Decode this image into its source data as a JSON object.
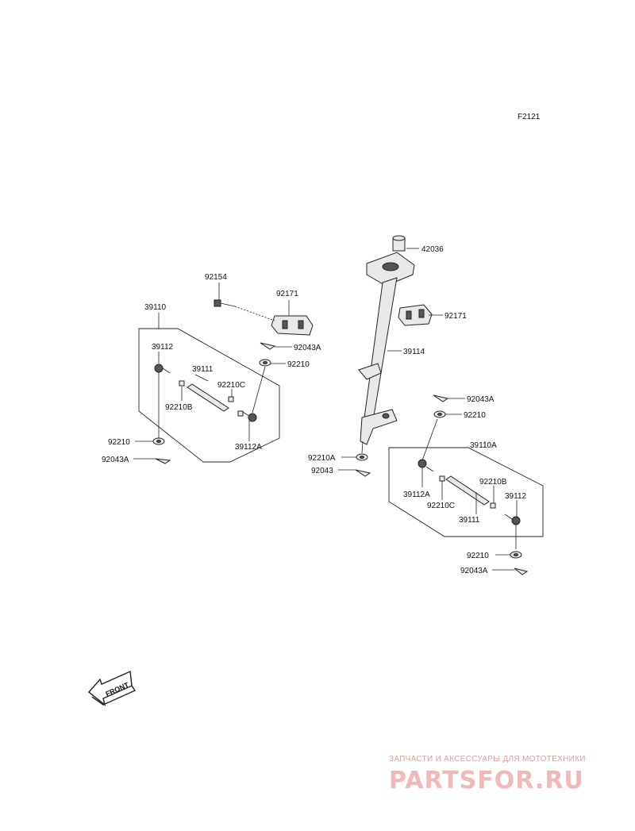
{
  "diagram_code": "F2121",
  "labels": {
    "p42036": "42036",
    "p92171_a": "92171",
    "p92171_b": "92171",
    "p92154": "92154",
    "p39110": "39110",
    "p92043a_a": "92043A",
    "p39114": "39114",
    "p39112_a": "39112",
    "p92210_a": "92210",
    "p39111_a": "39111",
    "p92210c_a": "92210C",
    "p92210b_a": "92210B",
    "p92043a_b": "92043A",
    "p92210_b": "92210",
    "p92210_c": "92210",
    "p39112a_a": "39112A",
    "p92043a_c": "92043A",
    "p39110a": "39110A",
    "p92210a": "92210A",
    "p92043": "92043",
    "p92210b_b": "92210B",
    "p39112a_b": "39112A",
    "p39112_b": "39112",
    "p92210c_b": "92210C",
    "p39111_b": "39111",
    "p92210_d": "92210",
    "p92043a_d": "92043A"
  },
  "front_badge": "FRONT",
  "watermark": {
    "tagline": "ЗАПЧАСТИ И АКСЕССУАРЫ ДЛЯ МОТОТЕХНИКИ",
    "logo": "PARTSFOR.RU"
  }
}
